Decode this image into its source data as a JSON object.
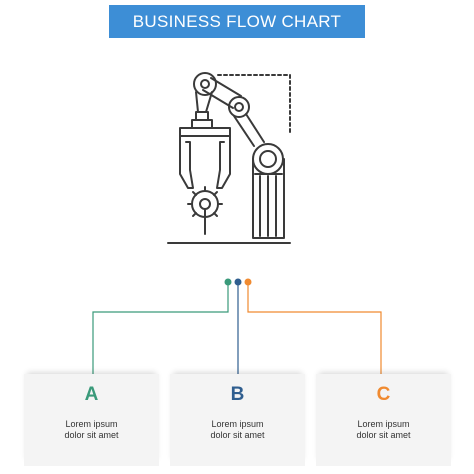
{
  "title": "BUSINESS FLOW CHART",
  "colors": {
    "banner": "#3d8ed6",
    "a": "#3a9a7a",
    "b": "#2f5e8f",
    "c": "#f08a30",
    "line_art": "#3a3a3a"
  },
  "illustration": {
    "icon": "robotic-arm-gear-icon"
  },
  "cards": [
    {
      "letter": "A",
      "text": "Lorem ipsum\ndolor sit amet"
    },
    {
      "letter": "B",
      "text": "Lorem ipsum\ndolor sit amet"
    },
    {
      "letter": "C",
      "text": "Lorem ipsum\ndolor sit amet"
    }
  ]
}
